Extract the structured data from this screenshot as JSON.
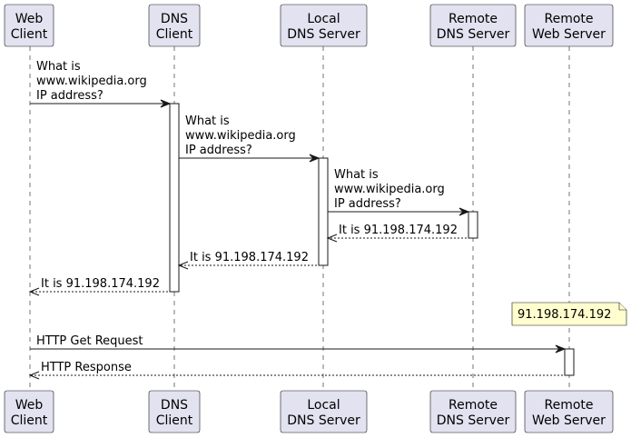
{
  "colors": {
    "participant_fill": "#e2e2f0",
    "participant_stroke": "#181818",
    "lifeline": "#181818",
    "activation_fill": "#ffffff",
    "note_fill": "#fefece",
    "arrow": "#181818"
  },
  "participants": [
    {
      "line1": "Web",
      "line2": "Client"
    },
    {
      "line1": "DNS",
      "line2": "Client"
    },
    {
      "line1": "Local",
      "line2": "DNS Server"
    },
    {
      "line1": "Remote",
      "line2": "DNS Server"
    },
    {
      "line1": "Remote",
      "line2": "Web Server"
    }
  ],
  "messages": [
    {
      "from": 0,
      "to": 1,
      "style": "solid",
      "lines": [
        "What is",
        "www.wikipedia.org",
        "IP address?"
      ]
    },
    {
      "from": 1,
      "to": 2,
      "style": "solid",
      "lines": [
        "What is",
        "www.wikipedia.org",
        "IP address?"
      ]
    },
    {
      "from": 2,
      "to": 3,
      "style": "solid",
      "lines": [
        "What is",
        "www.wikipedia.org",
        "IP address?"
      ]
    },
    {
      "from": 3,
      "to": 2,
      "style": "dashed",
      "lines": [
        "It is 91.198.174.192"
      ]
    },
    {
      "from": 2,
      "to": 1,
      "style": "dashed",
      "lines": [
        "It is 91.198.174.192"
      ]
    },
    {
      "from": 1,
      "to": 0,
      "style": "dashed",
      "lines": [
        "It is 91.198.174.192"
      ]
    },
    {
      "from": 0,
      "to": 4,
      "style": "solid",
      "lines": [
        "HTTP Get Request"
      ]
    },
    {
      "from": 4,
      "to": 0,
      "style": "dashed",
      "lines": [
        "HTTP Response"
      ]
    }
  ],
  "note": {
    "text": "91.198.174.192",
    "over": 4
  }
}
